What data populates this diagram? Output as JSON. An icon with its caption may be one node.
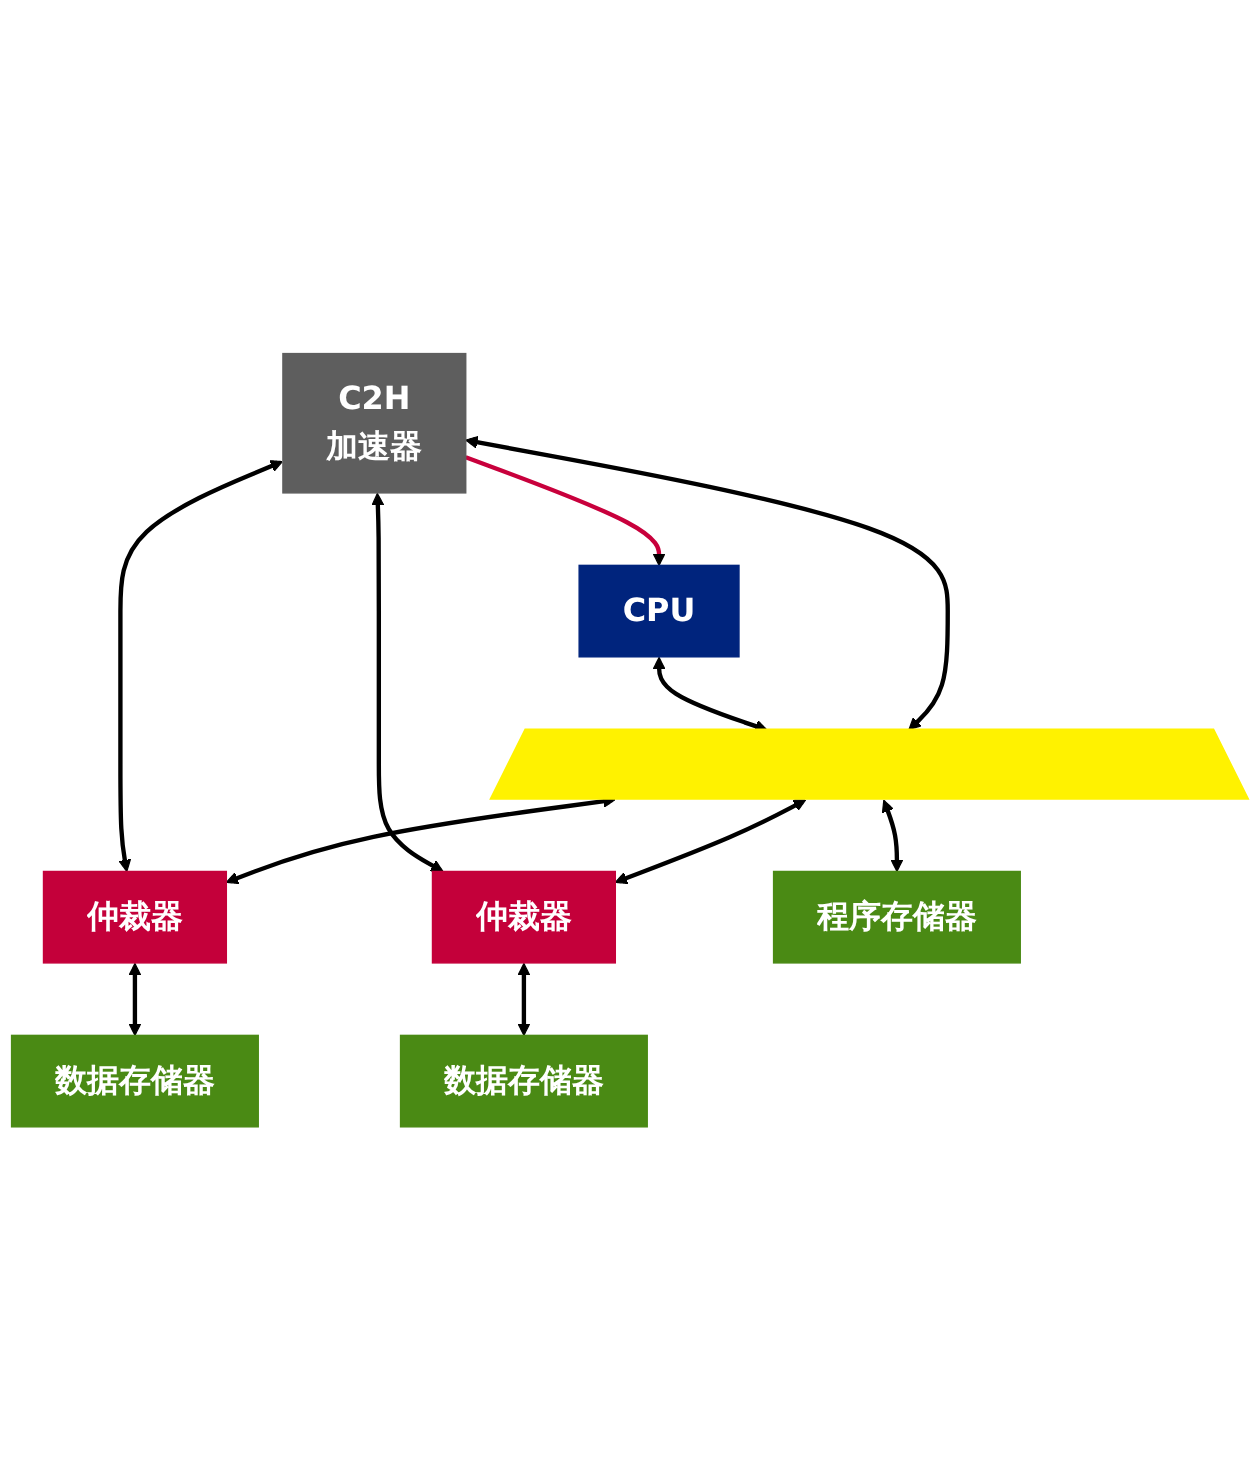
{
  "diagram": {
    "nodes": [
      {
        "text": [
          "C2H",
          "加速器"
        ]
      },
      {
        "text": [
          "CPU"
        ]
      },
      {
        "text": [],
        "shape": "bar"
      },
      {
        "text": [
          "仲裁器"
        ]
      },
      {
        "text": [
          "仲裁器"
        ]
      },
      {
        "text": [
          "程序存储器"
        ]
      },
      {
        "text": [
          "数据存储器"
        ]
      },
      {
        "text": [
          "数据存储器"
        ]
      }
    ],
    "edges": [
      {
        "from": 0,
        "to": 1,
        "arrow": "to",
        "color": "#c8003c"
      },
      {
        "from": 1,
        "to": 2,
        "arrow": "both"
      },
      {
        "from": 2,
        "to": 0,
        "arrow": "both"
      },
      {
        "from": 0,
        "to": 3,
        "arrow": "both"
      },
      {
        "from": 0,
        "to": 4,
        "arrow": "both"
      },
      {
        "from": 2,
        "to": 3,
        "arrow": "both"
      },
      {
        "from": 2,
        "to": 4,
        "arrow": "both"
      },
      {
        "from": 2,
        "to": 5,
        "arrow": "both"
      },
      {
        "from": 3,
        "to": 6,
        "arrow": "both"
      },
      {
        "from": 4,
        "to": 7,
        "arrow": "both"
      }
    ]
  }
}
